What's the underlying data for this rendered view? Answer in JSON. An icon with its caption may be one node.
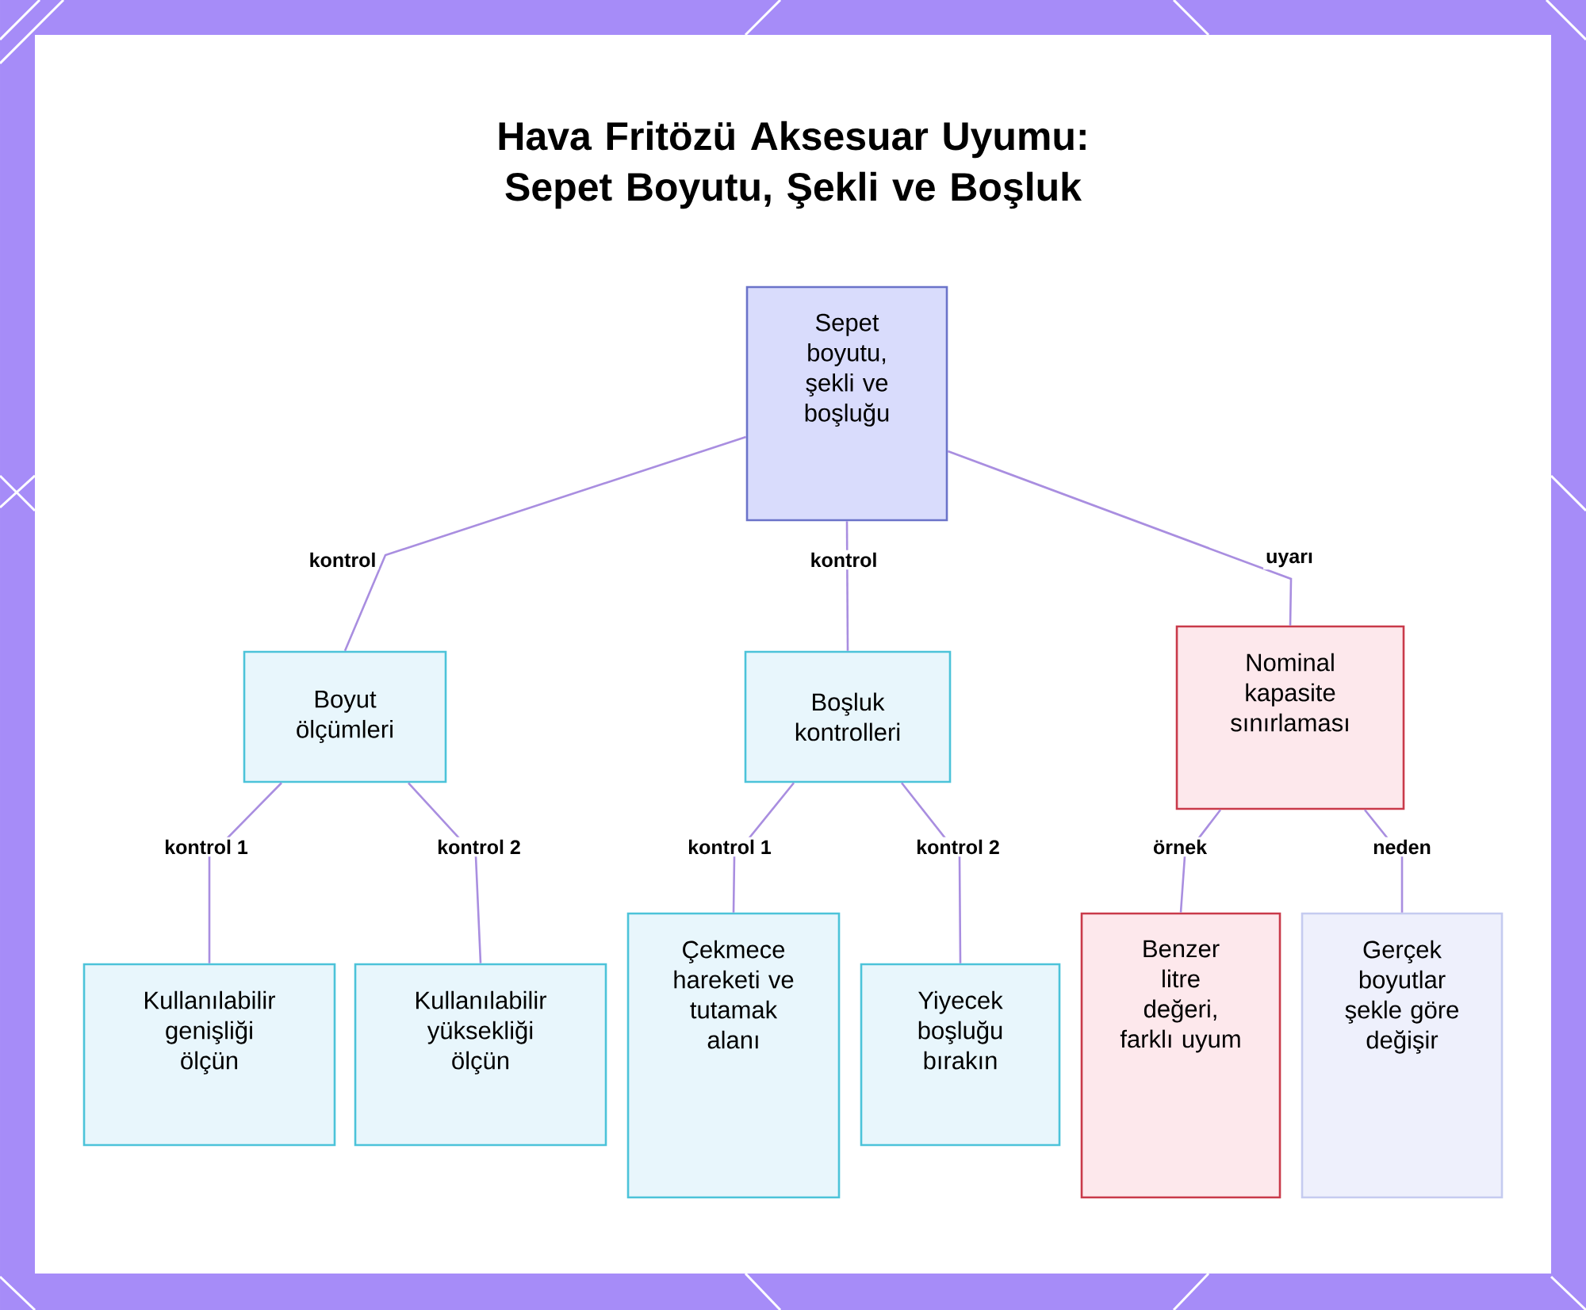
{
  "diagram": {
    "title": "Hava Fritözü Aksesuar Uyumu: Sepet Boyutu, Şekli ve Boşluk",
    "nodes": [
      {
        "text": [
          "Sepet boyutu, şekli ve boşluğu"
        ]
      },
      {
        "text": [
          "Boyut ölçümleri"
        ]
      },
      {
        "text": [
          "Boşluk kontrolleri"
        ]
      },
      {
        "text": [
          "Nominal kapasite sınırlaması"
        ]
      },
      {
        "text": [
          "Kullanılabilir genişliği ölçün"
        ]
      },
      {
        "text": [
          "Kullanılabilir yüksekliği ölçün"
        ]
      },
      {
        "text": [
          "Çekmece hareketi ve tutamak alanı"
        ]
      },
      {
        "text": [
          "Yiyecek boşluğu bırakın"
        ]
      },
      {
        "text": [
          "Benzer litre değeri, farklı uyum"
        ]
      },
      {
        "text": [
          "Gerçek boyutlar şekle göre değişir"
        ]
      }
    ],
    "edges": [
      {
        "from": 0,
        "to": 1,
        "arrow": "none",
        "label": "kontrol"
      },
      {
        "from": 0,
        "to": 2,
        "arrow": "none",
        "label": "kontrol"
      },
      {
        "from": 0,
        "to": 3,
        "arrow": "none",
        "label": "uyarı"
      },
      {
        "from": 1,
        "to": 4,
        "arrow": "none",
        "label": "kontrol 1"
      },
      {
        "from": 1,
        "to": 5,
        "arrow": "none",
        "label": "kontrol 2"
      },
      {
        "from": 2,
        "to": 6,
        "arrow": "none",
        "label": "kontrol 1"
      },
      {
        "from": 2,
        "to": 7,
        "arrow": "none",
        "label": "kontrol 2"
      },
      {
        "from": 3,
        "to": 8,
        "arrow": "none",
        "label": "örnek"
      },
      {
        "from": 3,
        "to": 9,
        "arrow": "none",
        "label": "neden"
      }
    ]
  }
}
